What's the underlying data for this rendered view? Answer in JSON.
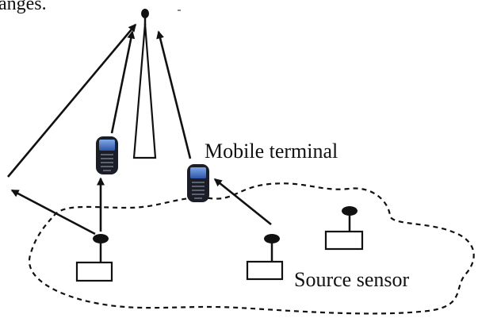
{
  "diagram": {
    "top_text_fragment": "anges.",
    "mobile_terminal_label": "Mobile terminal",
    "source_sensor_label": "Source sensor",
    "colors": {
      "ink": "#111111",
      "background": "#ffffff",
      "phone_body": "#1b1e26",
      "phone_screen": "#4a78c8"
    }
  }
}
